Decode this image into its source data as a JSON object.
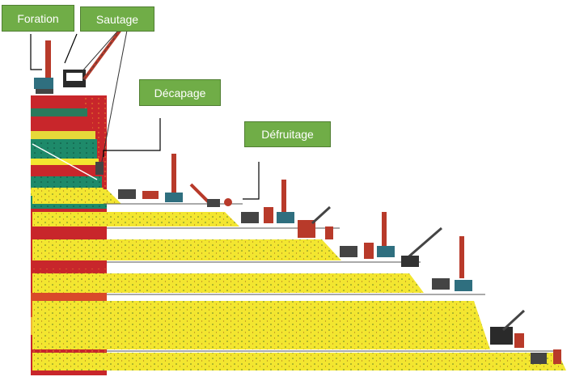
{
  "diagram": {
    "labels": {
      "foration": "Foration",
      "sautage": "Sautage",
      "decapage": "Décapage",
      "defruitage": "Défruitage"
    },
    "colors": {
      "ore_yellow": "#f2e32e",
      "rock_red": "#c8262b",
      "rock_green": "#1e8a6a",
      "label_fill": "#70ad47",
      "label_text": "#ffffff"
    },
    "icons": [
      "drill-rig",
      "dragline",
      "shovel",
      "bulldozer",
      "truck",
      "worker"
    ]
  }
}
